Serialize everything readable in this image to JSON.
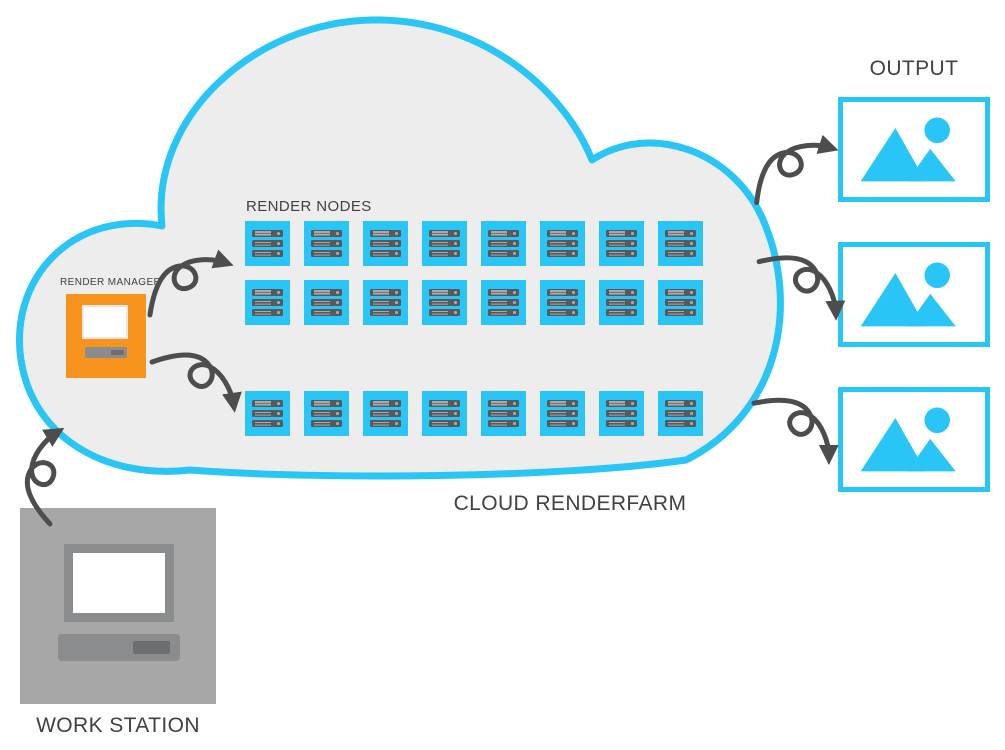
{
  "labels": {
    "output": "OUTPUT",
    "render_nodes": "RENDER NODES",
    "render_manager": "RENDER MANAGER",
    "cloud_renderfarm": "CLOUD RENDERFARM",
    "work_station": "WORK STATION"
  },
  "render_nodes": {
    "rows": [
      {
        "count": 8
      },
      {
        "count": 8
      },
      {
        "count": 8
      }
    ]
  },
  "outputs": {
    "count": 3
  },
  "colors": {
    "cyan": "#29c5f6",
    "cloud_fill": "#ededed",
    "orange": "#f7941e",
    "workstation_gray": "#a7a7a8",
    "frame_gray": "#8a8c8e",
    "server_bar_gray": "#58595b",
    "arrow_gray": "#4d4d4d",
    "text_gray": "#414042"
  },
  "icons": {
    "workstation": "desktop-computer-icon",
    "render_manager": "monitor-icon",
    "render_node": "server-rack-icon",
    "output": "image-icon",
    "flow": "curly-arrow-icon"
  }
}
